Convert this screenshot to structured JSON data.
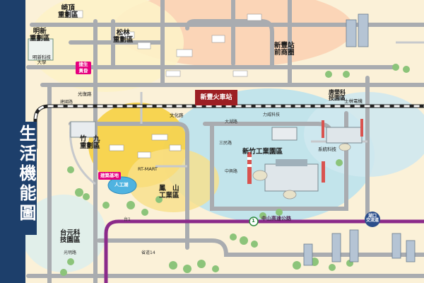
{
  "side_title": "生活機能圖",
  "colors": {
    "panel": "#1d3f6b",
    "station": "#9c1f24",
    "highway": "#8b2a8a",
    "road": "#a9acb0",
    "rail": "#222222",
    "industrial": "#bfe3ec",
    "commercial": "#f7d24a",
    "badge": "#e6007e"
  },
  "station": {
    "name": "新豐火車站"
  },
  "districts": {
    "qiding": "崎頂\n重劃區",
    "mingxin": "明新\n重劃區",
    "songlin": "松林\n重劃區",
    "xinfeng_front": "新豐站\n前商圈",
    "zhujiu": "竹　九\n重劃區",
    "fengshan": "鳳　山\n工業區",
    "xinzhu_ind": "新竹工業園區",
    "taiyuan": "台元科\n技園區",
    "tangrong": "唐榮科\n技園區",
    "mingxin_univ": "明新科技\n大學"
  },
  "badges": {
    "station_market": "捷生\n黃昏",
    "site": "建築基地",
    "exit": "湖口\n交流道"
  },
  "roads": {
    "zhongshan_hwy": "中山高速公路",
    "hwy_number": "1",
    "sanmin": "三民路",
    "zhongxing": "中興路",
    "dahu": "大湖路",
    "gongye": "力威科技",
    "tai1": "台1",
    "tai14": "省道14",
    "jian_guo": "建國路",
    "guangming": "光明路"
  },
  "labels": {
    "lake": "人工湖",
    "wenhua": "文化路",
    "xiye": "系統科技",
    "shilin": "士林電機",
    "guangfu": "光復路",
    "rtmart": "RT-MART"
  }
}
